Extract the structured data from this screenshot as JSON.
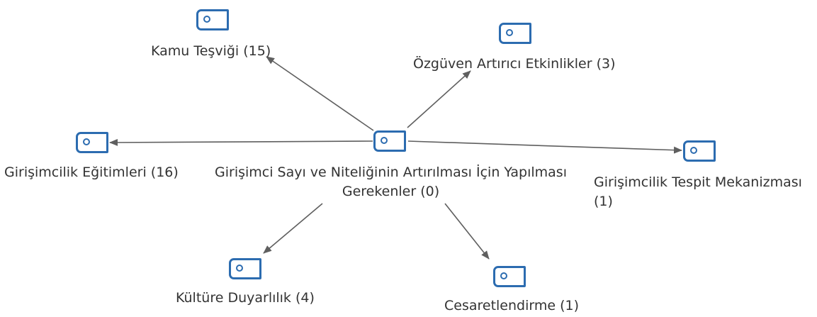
{
  "diagram": {
    "center": {
      "label_line1": "Girişimci Sayı ve Niteliğinin Artırılması İçin Yapılması",
      "label_line2": "Gerekenler (0)",
      "icon": "code-icon"
    },
    "nodes": {
      "kamu": {
        "label": "Kamu Teşviği (15)",
        "icon": "code-icon"
      },
      "ozguven": {
        "label": "Özgüven Artırıcı Etkinlikler (3)",
        "icon": "code-icon"
      },
      "egitim": {
        "label": "Girişimcilik Eğitimleri (16)",
        "icon": "code-icon"
      },
      "tespit": {
        "label_line1": "Girişimcilik Tespit Mekanizması",
        "label_line2": "(1)",
        "icon": "code-icon"
      },
      "kultur": {
        "label": "Kültüre Duyarlılık (4)",
        "icon": "code-icon"
      },
      "cesaret": {
        "label": "Cesaretlendirme (1)",
        "icon": "code-icon"
      }
    },
    "edge_color": "#5f5f5f",
    "icon_color": "#2c6cb0"
  }
}
